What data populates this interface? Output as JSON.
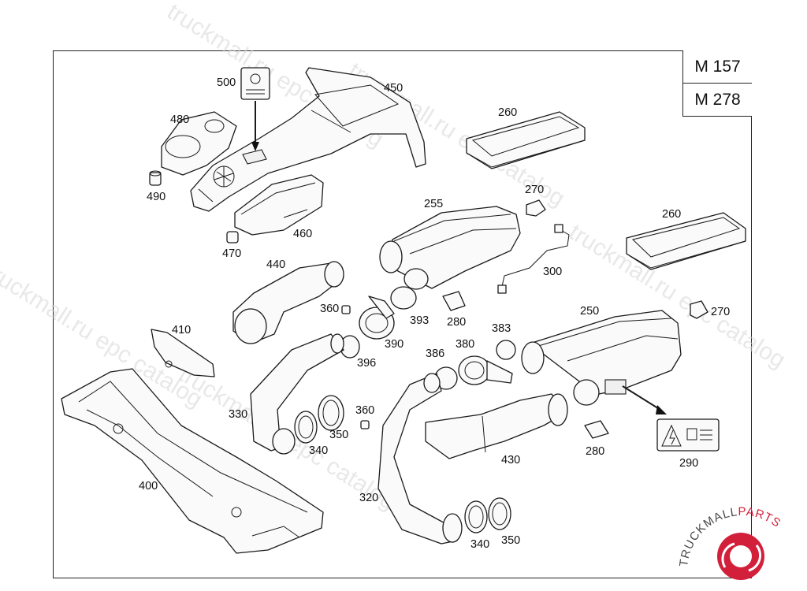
{
  "models": [
    "M 157",
    "M 278"
  ],
  "watermark": "truckmall.ru epc catalog",
  "logo": {
    "name": "TRUCKMALLPARTS",
    "first": "TRUCKMALL",
    "second": "PARTS",
    "color": "#d2203b"
  },
  "callouts": {
    "p500": "500",
    "p450": "450",
    "p480": "480",
    "p490": "490",
    "p460": "460",
    "p470": "470",
    "p260a": "260",
    "p260b": "260",
    "p270a": "270",
    "p270b": "270",
    "p255": "255",
    "p300": "300",
    "p440": "440",
    "p360a": "360",
    "p360b": "360",
    "p393": "393",
    "p280a": "280",
    "p280b": "280",
    "p390": "390",
    "p396": "396",
    "p410": "410",
    "p250": "250",
    "p383": "383",
    "p380": "380",
    "p386": "386",
    "p330": "330",
    "p350a": "350",
    "p350b": "350",
    "p340a": "340",
    "p340b": "340",
    "p430": "430",
    "p290": "290",
    "p400": "400",
    "p320": "320"
  }
}
